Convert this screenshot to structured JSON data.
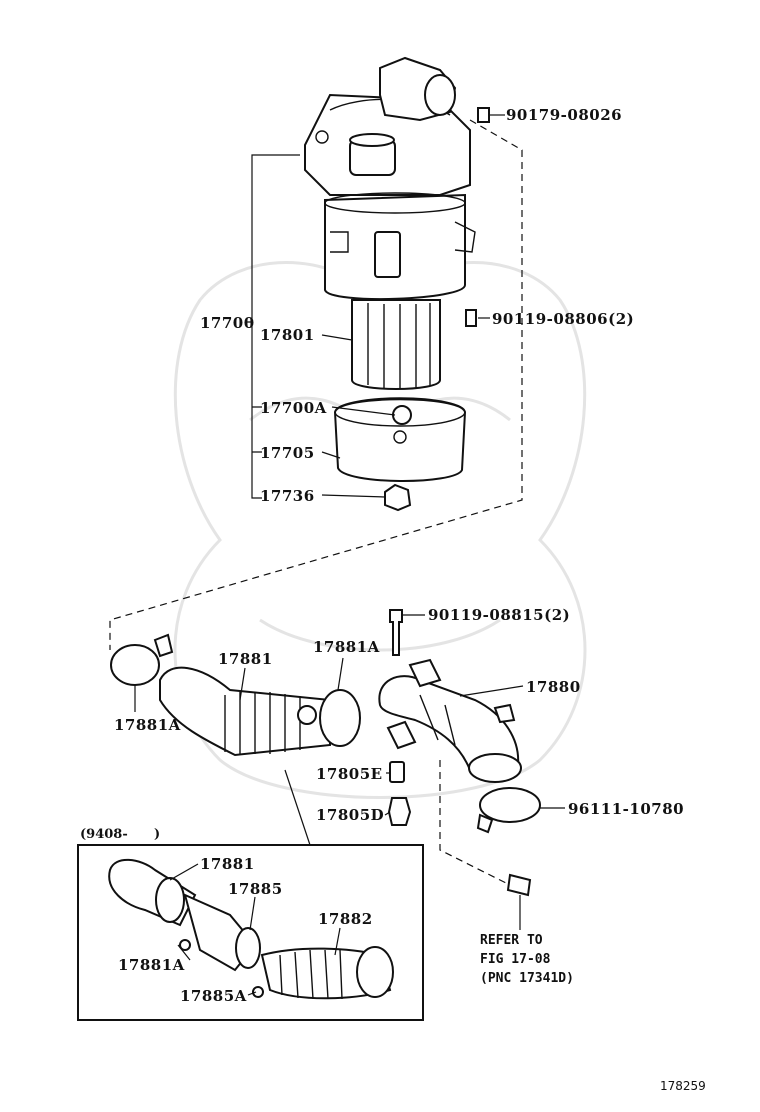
{
  "labels": {
    "p90179_08026": "90179-08026",
    "p90119_08806": "90119-08806(2)",
    "p17700": "17700",
    "p17801": "17801",
    "p17700A": "17700A",
    "p17705": "17705",
    "p17736": "17736",
    "p90119_08815": "90119-08815(2)",
    "p17881_top": "17881",
    "p17881A_right": "17881A",
    "p17880": "17880",
    "p17881A_left": "17881A",
    "p17805E": "17805E",
    "p17805D": "17805D",
    "p96111_10780": "96111-10780",
    "inset_date": "(9408-",
    "inset_date_end": ")",
    "p17881_inset": "17881",
    "p17885": "17885",
    "p17882": "17882",
    "p17881A_inset": "17881A",
    "p17885A": "17885A",
    "refer_line1": "REFER TO",
    "refer_line2": "FIG 17-08",
    "refer_line3": "(PNC 17341D)",
    "figure_number": "178259"
  }
}
